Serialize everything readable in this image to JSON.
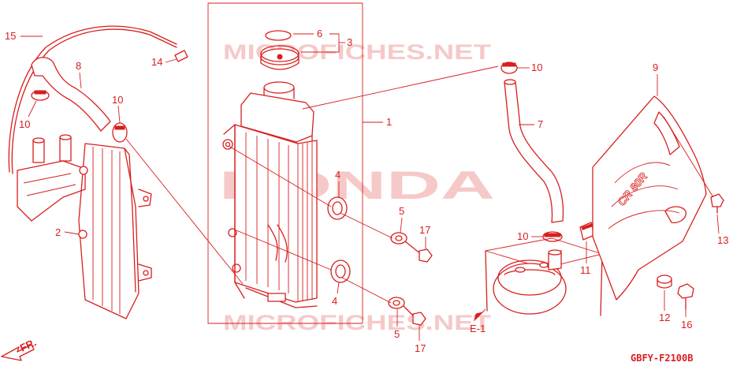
{
  "watermarks": {
    "top": "MICROFICHES.NET",
    "bottom": "MICROFICHES.NET",
    "brand": "HONDA"
  },
  "callouts": {
    "p1": "1",
    "p2": "2",
    "p3": "3",
    "p4a": "4",
    "p4b": "4",
    "p5a": "5",
    "p5b": "5",
    "p6": "6",
    "p7": "7",
    "p8": "8",
    "p9": "9",
    "p10a": "10",
    "p10b": "10",
    "p10c": "10",
    "p10d": "10",
    "p11": "11",
    "p12": "12",
    "p13": "13",
    "p14": "14",
    "p15": "15",
    "p16": "16",
    "p17a": "17",
    "p17b": "17"
  },
  "reference": "E-1",
  "direction": "FR.",
  "diagram_code": "GBFY-F2100B",
  "shroud_graphic": "CR 80R",
  "colors": {
    "line": "#d81e1e",
    "watermark": "#f6c9c9"
  }
}
